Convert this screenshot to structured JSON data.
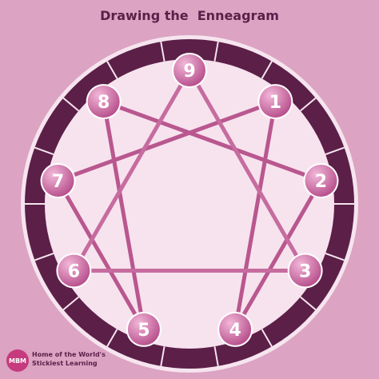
{
  "title": "Drawing the  Enneagram",
  "points": [
    "9",
    "1",
    "2",
    "3",
    "4",
    "5",
    "6",
    "7",
    "8"
  ],
  "inner_lines": [
    [
      "1",
      "4"
    ],
    [
      "4",
      "2"
    ],
    [
      "2",
      "8"
    ],
    [
      "8",
      "5"
    ],
    [
      "5",
      "7"
    ],
    [
      "7",
      "1"
    ],
    [
      "9",
      "3"
    ],
    [
      "3",
      "6"
    ],
    [
      "6",
      "9"
    ]
  ],
  "colors": {
    "background": "#dca3c3",
    "ring": "#5b1f48",
    "ring_outline": "#f6e4ee",
    "inner_fill": "#f7e3ee",
    "lines": "#b9578f",
    "triangle_lines": "#c66c9f",
    "node_fill": "#c9629e",
    "node_text": "#ffffff",
    "title": "#5b1f48",
    "logo": "#c53b7d"
  },
  "branding": {
    "logo_text": "MBM",
    "tagline_line1": "Home of the World's",
    "tagline_line2": "Stickiest Learning"
  }
}
